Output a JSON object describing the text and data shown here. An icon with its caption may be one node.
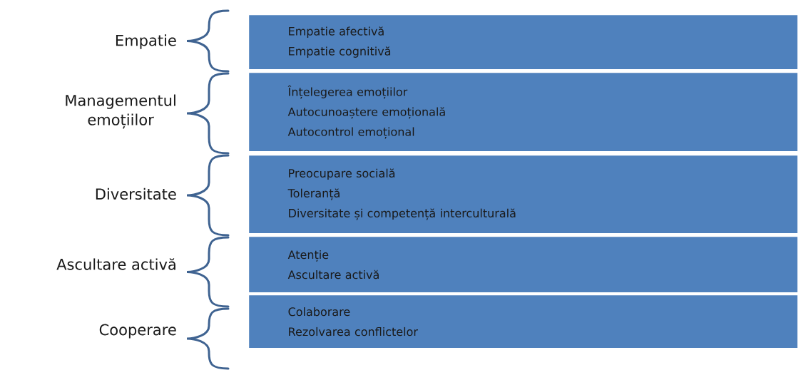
{
  "diagram": {
    "nodes": [
      {
        "text": [
          "Empatie afectivă",
          "Empatie cognitivă"
        ]
      },
      {
        "text": [
          "Înțelegerea emoțiilor",
          "Autocunoaștere emoțională",
          "Autocontrol emoțional"
        ]
      },
      {
        "text": [
          "Preocupare socială",
          "Toleranță",
          "Diversitate și competență interculturală"
        ]
      },
      {
        "text": [
          "Atenție",
          "Ascultare activă"
        ]
      },
      {
        "text": [
          "Colaborare",
          "Rezolvarea conflictelor"
        ]
      }
    ],
    "labels": [
      "Empatie",
      "Managementul emoțiilor",
      "Diversitate",
      "Ascultare activă",
      "Cooperare"
    ]
  }
}
